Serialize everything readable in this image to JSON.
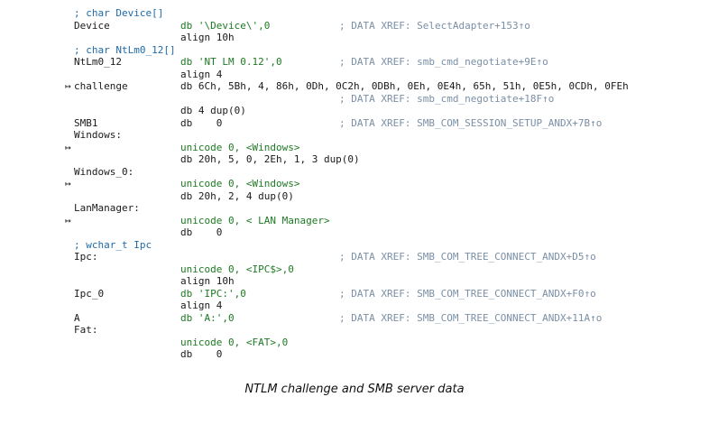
{
  "listing": {
    "rows": [
      {
        "label": "; char Device[]",
        "instr": "",
        "xref": ""
      },
      {
        "label": "Device",
        "instr": "db '\\Device\\',0",
        "xref": "; DATA XREF: SelectAdapter+153↑o"
      },
      {
        "label": "",
        "instr": "align 10h",
        "xref": ""
      },
      {
        "label": "; char NtLm0_12[]",
        "instr": "",
        "xref": ""
      },
      {
        "label": "NtLm0_12",
        "instr": "db 'NT LM 0.12',0",
        "xref": "; DATA XREF: smb_cmd_negotiate+9E↑o"
      },
      {
        "label": "",
        "instr": "align 4",
        "xref": ""
      },
      {
        "mark": "↦",
        "label": "challenge",
        "instr": "db 6Ch, 5Bh, 4, 86h, 0Dh, 0C2h, 0DBh, 0Eh, 0E4h, 65h, 51h, 0E5h, 0CDh, 0FEh",
        "xref": ""
      },
      {
        "label": "",
        "instr": "",
        "xref": "; DATA XREF: smb_cmd_negotiate+18F↑o"
      },
      {
        "label": "",
        "instr": "db 4 dup(0)",
        "xref": ""
      },
      {
        "label": "SMB1",
        "instr": "db    0",
        "xref": "; DATA XREF: SMB_COM_SESSION_SETUP_ANDX+7B↑o"
      },
      {
        "label": "Windows:",
        "instr": "",
        "xref": ""
      },
      {
        "mark": "↦",
        "label": "",
        "instr": "unicode 0, <Windows>",
        "xref": ""
      },
      {
        "label": "",
        "instr": "db 20h, 5, 0, 2Eh, 1, 3 dup(0)",
        "xref": ""
      },
      {
        "label": "Windows_0:",
        "instr": "",
        "xref": ""
      },
      {
        "mark": "↦",
        "label": "",
        "instr": "unicode 0, <Windows>",
        "xref": ""
      },
      {
        "label": "",
        "instr": "db 20h, 2, 4 dup(0)",
        "xref": ""
      },
      {
        "label": "LanManager:",
        "instr": "",
        "xref": ""
      },
      {
        "mark": "↦",
        "label": "",
        "instr": "unicode 0, < LAN Manager>",
        "xref": ""
      },
      {
        "label": "",
        "instr": "db    0",
        "xref": ""
      },
      {
        "label": "; wchar_t Ipc",
        "instr": "",
        "xref": ""
      },
      {
        "label": "Ipc:",
        "instr": "",
        "xref": "; DATA XREF: SMB_COM_TREE_CONNECT_ANDX+D5↑o"
      },
      {
        "label": "",
        "instr": "unicode 0, <IPC$>,0",
        "xref": ""
      },
      {
        "label": "",
        "instr": "align 10h",
        "xref": ""
      },
      {
        "label": "Ipc_0",
        "instr": "db 'IPC:',0",
        "xref": "; DATA XREF: SMB_COM_TREE_CONNECT_ANDX+F0↑o"
      },
      {
        "label": "",
        "instr": "align 4",
        "xref": ""
      },
      {
        "label": "A",
        "instr": "db 'A:',0",
        "xref": "; DATA XREF: SMB_COM_TREE_CONNECT_ANDX+11A↑o"
      },
      {
        "label": "Fat:",
        "instr": "",
        "xref": ""
      },
      {
        "label": "",
        "instr": "unicode 0, <FAT>,0",
        "xref": ""
      },
      {
        "label": "",
        "instr": "db    0",
        "xref": ""
      },
      {
        "label": "",
        "instr": "",
        "xref": ""
      }
    ]
  },
  "caption": "NTLM challenge and SMB server data"
}
